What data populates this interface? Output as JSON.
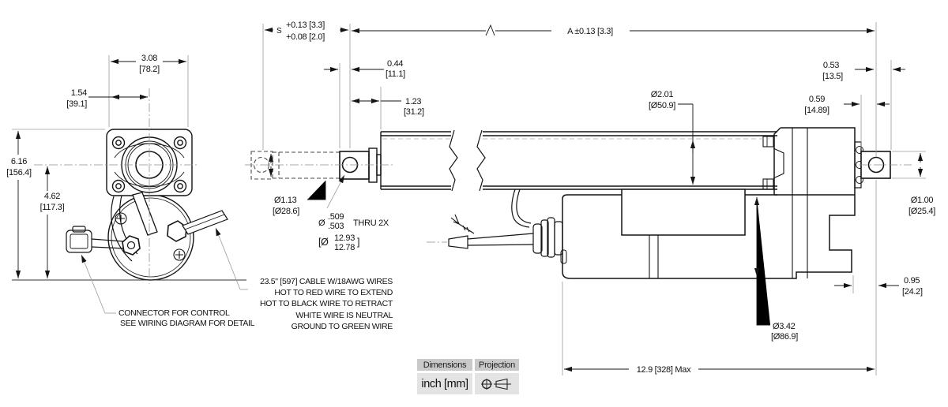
{
  "front_view": {
    "flange_width": {
      "in": "3.08",
      "mm": "[78.2]"
    },
    "bolt_offset": {
      "in": "1.54",
      "mm": "[39.1]"
    },
    "overall_height": {
      "in": "6.16",
      "mm": "[156.4]"
    },
    "centerline_height": {
      "in": "4.62",
      "mm": "[117.3]"
    },
    "connector_note": [
      "CONNECTOR FOR CONTROL",
      "SEE WIRING DIAGRAM FOR DETAIL"
    ]
  },
  "side_view": {
    "stroke": {
      "symbol": "S",
      "upper": "+0.13 [3.3]",
      "lower": "+0.08 [2.0]"
    },
    "retracted_length": "A ±0.13 [3.3]",
    "rod_end_offset": {
      "in": "0.44",
      "mm": "[11.1]"
    },
    "rod_end_depth": {
      "in": "1.23",
      "mm": "[31.2]"
    },
    "tube_dia": {
      "in": "Ø2.01",
      "mm": "[Ø50.9]"
    },
    "rear_hole_to_end": {
      "in": "0.53",
      "mm": "[13.5]"
    },
    "rear_face_to_hole": {
      "in": "0.59",
      "mm": "[14.89]"
    },
    "rod_dia": {
      "in": "Ø1.13",
      "mm": "[Ø28.6]"
    },
    "mount_hole": {
      "dia": "Ø",
      "in_upper": ".509",
      "in_lower": ".503",
      "thru": "THRU 2X",
      "mm_open": "[Ø",
      "mm_upper": "12.93",
      "mm_lower": "12.78",
      "mm_close": "]"
    },
    "rear_clevis_dia": {
      "in": "Ø1.00",
      "mm": "[Ø25.4]"
    },
    "rear_foot": {
      "in": "0.95",
      "mm": "[24.2]"
    },
    "motor_dia": {
      "in": "Ø3.42",
      "mm": "[Ø86.9]"
    },
    "overall_length": "12.9 [328] Max",
    "cable_note": [
      "23.5\" [597] CABLE W/18AWG WIRES",
      "HOT TO RED WIRE TO EXTEND",
      "HOT TO BLACK WIRE TO RETRACT",
      "WHITE WIRE IS NEUTRAL",
      "GROUND TO GREEN WIRE"
    ]
  },
  "legend": {
    "col1_header": "Dimensions",
    "col2_header": "Projection",
    "units": "inch [mm]"
  },
  "colors": {
    "line": "#141414",
    "construction": "#999999",
    "header_bg": "#c9c9c9"
  }
}
